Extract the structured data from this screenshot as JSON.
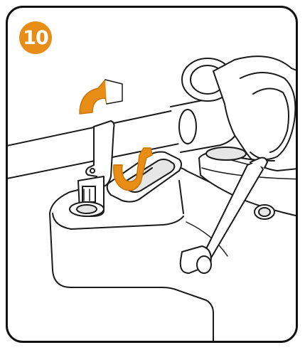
{
  "step": {
    "number": "10"
  },
  "colors": {
    "accent": "#E88E16",
    "accent_dark": "#C97408",
    "line": "#1A1A1A",
    "fill": "#FFFFFF",
    "shade": "#E6E6E6"
  },
  "illustration": {
    "subject": "tonearm-rest-and-lift-lever",
    "arrows": [
      "curved-arrow-up-right",
      "clip-lift-arrow"
    ]
  }
}
